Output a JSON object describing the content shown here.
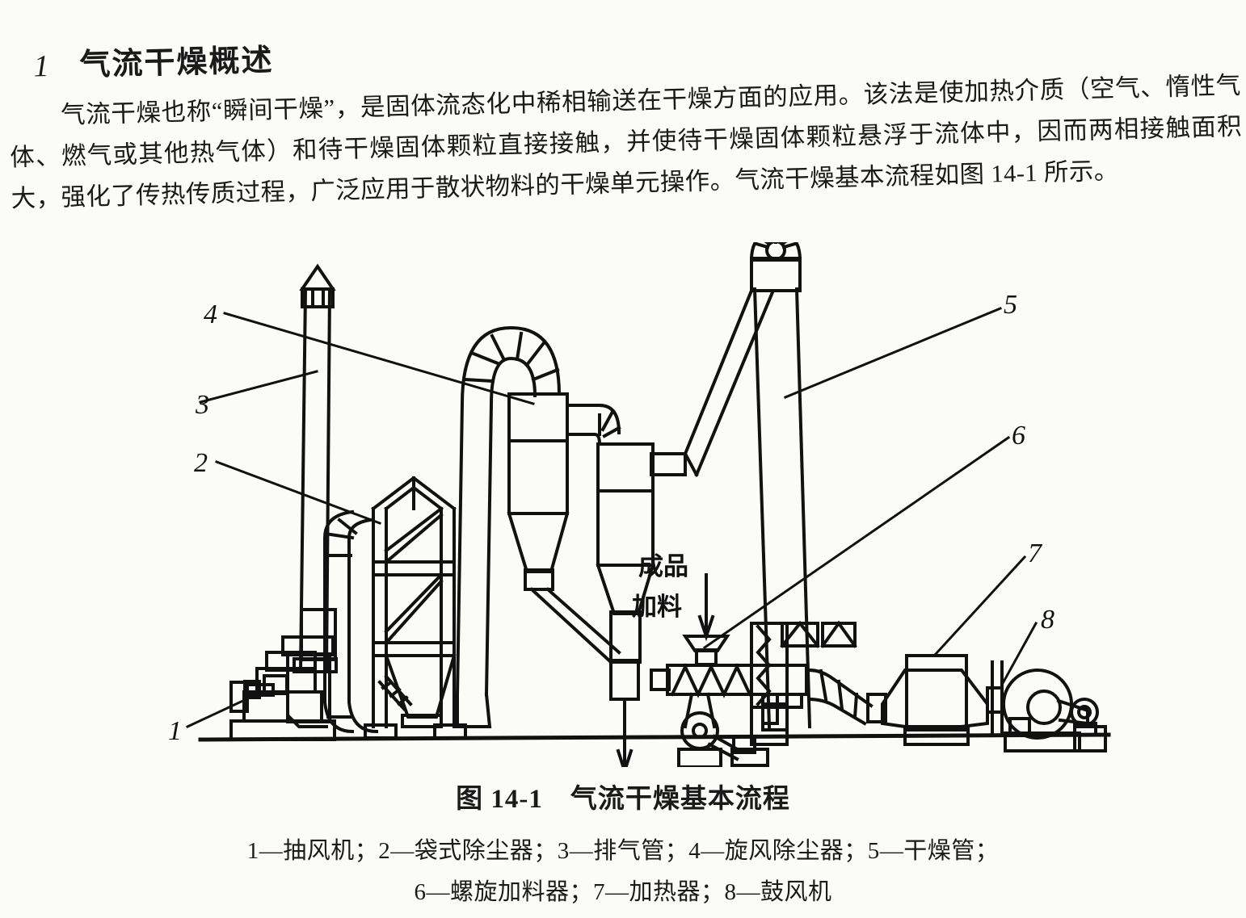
{
  "document": {
    "section_number": "1",
    "section_title": "气流干燥概述",
    "paragraph": "气流干燥也称“瞬间干燥”，是固体流态化中稀相输送在干燥方面的应用。该法是使加热介质（空气、惰性气体、燃气或其他热气体）和待干燥固体颗粒直接接触，并使待干燥固体颗粒悬浮于流体中，因而两相接触面积大，强化了传热传质过程，广泛应用于散状物料的干燥单元操作。气流干燥基本流程如图 14-1 所示。"
  },
  "figure": {
    "caption_number": "图 14-1",
    "caption_title": "气流干燥基本流程",
    "legend_line1": "1—抽风机；2—袋式除尘器；3—排气管；4—旋风除尘器；5—干燥管；",
    "legend_line2": "6—螺旋加料器；7—加热器；8—鼓风机",
    "inline_labels": {
      "product": "成品",
      "feed": "加料"
    },
    "callouts": [
      {
        "id": "1",
        "label": "1",
        "part": "抽风机"
      },
      {
        "id": "2",
        "label": "2",
        "part": "袋式除尘器"
      },
      {
        "id": "3",
        "label": "3",
        "part": "排气管"
      },
      {
        "id": "4",
        "label": "4",
        "part": "旋风除尘器"
      },
      {
        "id": "5",
        "label": "5",
        "part": "干燥管"
      },
      {
        "id": "6",
        "label": "6",
        "part": "螺旋加料器"
      },
      {
        "id": "7",
        "label": "7",
        "part": "加热器"
      },
      {
        "id": "8",
        "label": "8",
        "part": "鼓风机"
      }
    ],
    "colors": {
      "ink": "#111111",
      "paper": "#fbfbf8"
    }
  }
}
